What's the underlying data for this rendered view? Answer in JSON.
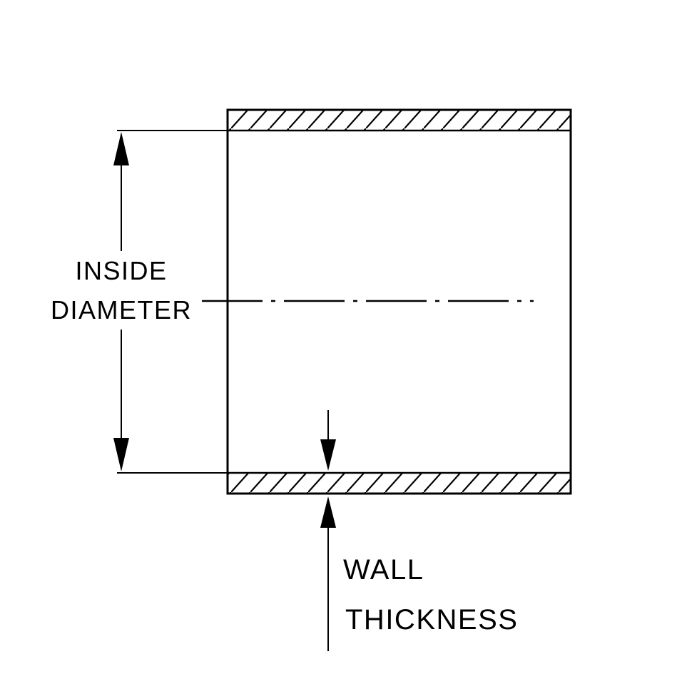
{
  "diagram": {
    "type": "engineering-cross-section",
    "subject": "tube-wall-section",
    "labels": {
      "inside_diameter": [
        "INSIDE",
        "DIAMETER"
      ],
      "wall_thickness": [
        "WALL",
        "THICKNESS"
      ]
    },
    "colors": {
      "line": "#000000",
      "background": "#ffffff"
    }
  }
}
